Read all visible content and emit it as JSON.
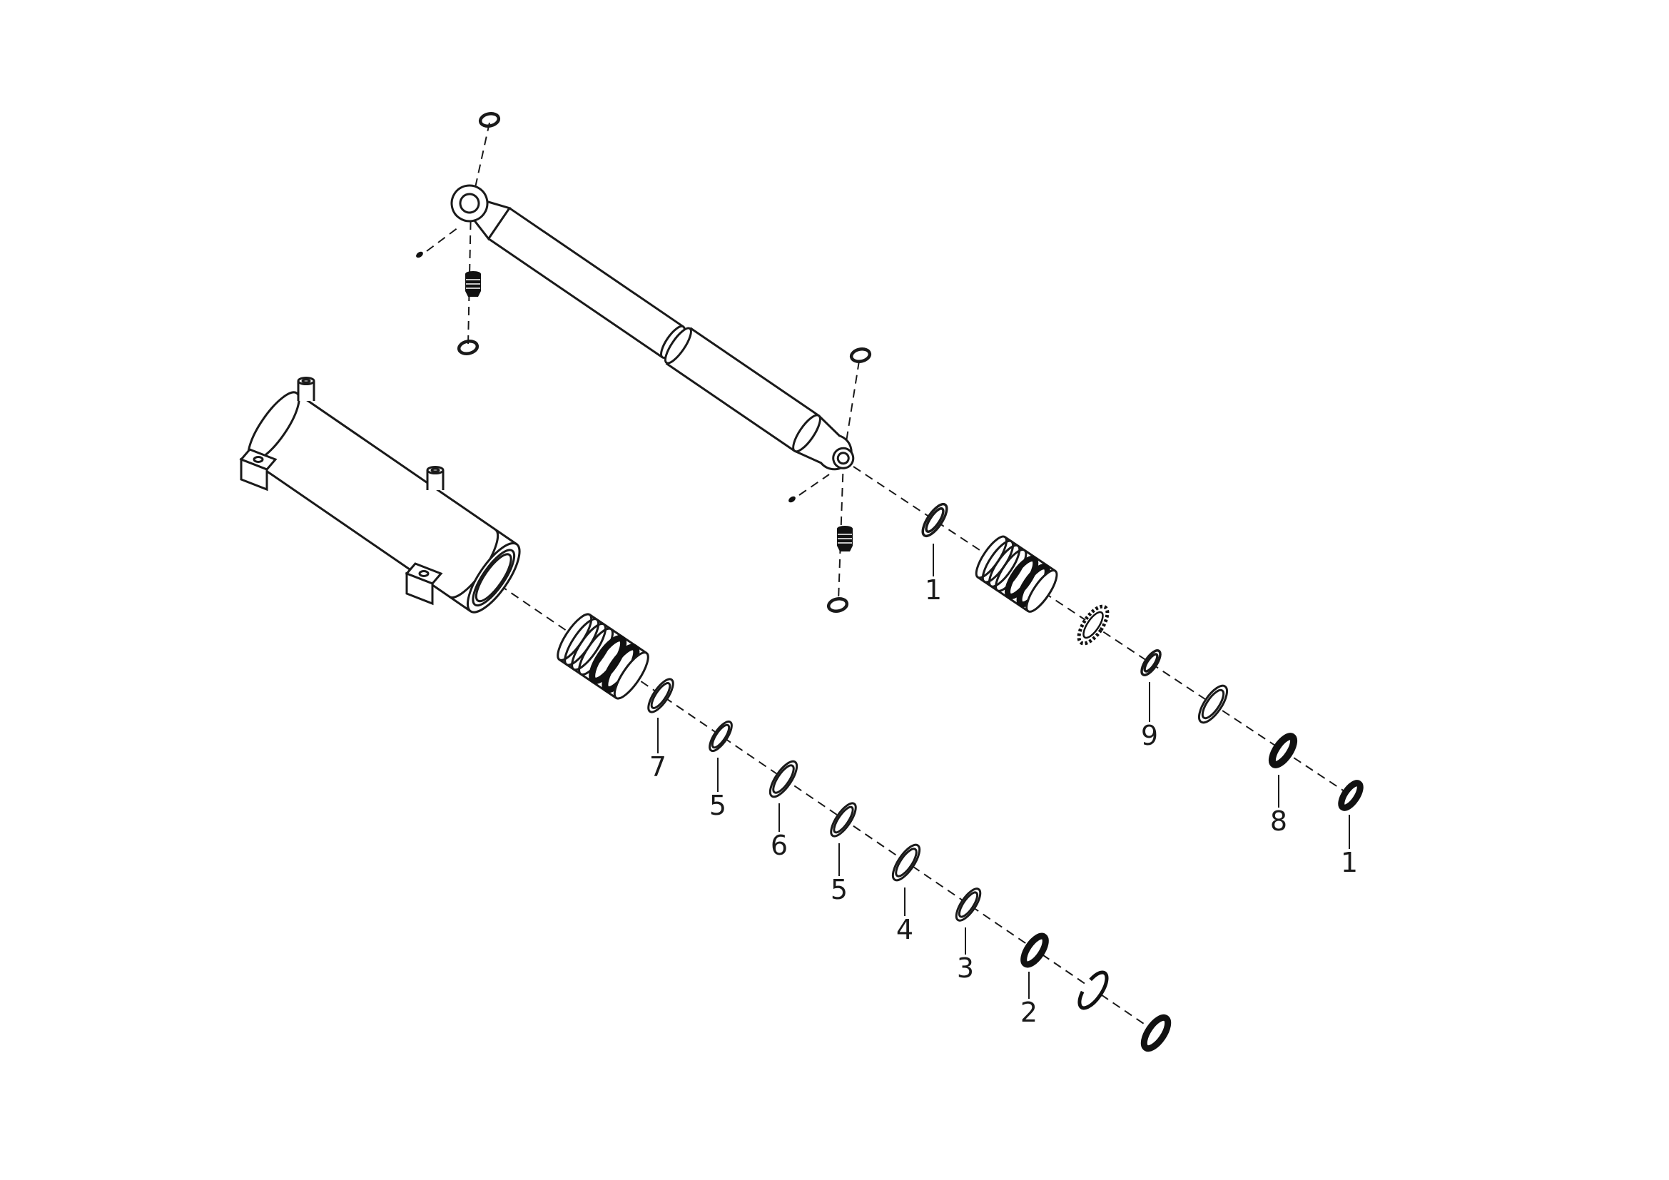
{
  "colors": {
    "background": "#ffffff",
    "ink": "#1a1a1a"
  },
  "diagram": {
    "type": "exploded-parts-diagram",
    "subject": "hydraulic-cylinder",
    "callouts": [
      {
        "label": "1"
      },
      {
        "label": "9"
      },
      {
        "label": "8"
      },
      {
        "label": "1"
      },
      {
        "label": "7"
      },
      {
        "label": "5"
      },
      {
        "label": "6"
      },
      {
        "label": "5"
      },
      {
        "label": "4"
      },
      {
        "label": "3"
      },
      {
        "label": "2"
      }
    ]
  }
}
